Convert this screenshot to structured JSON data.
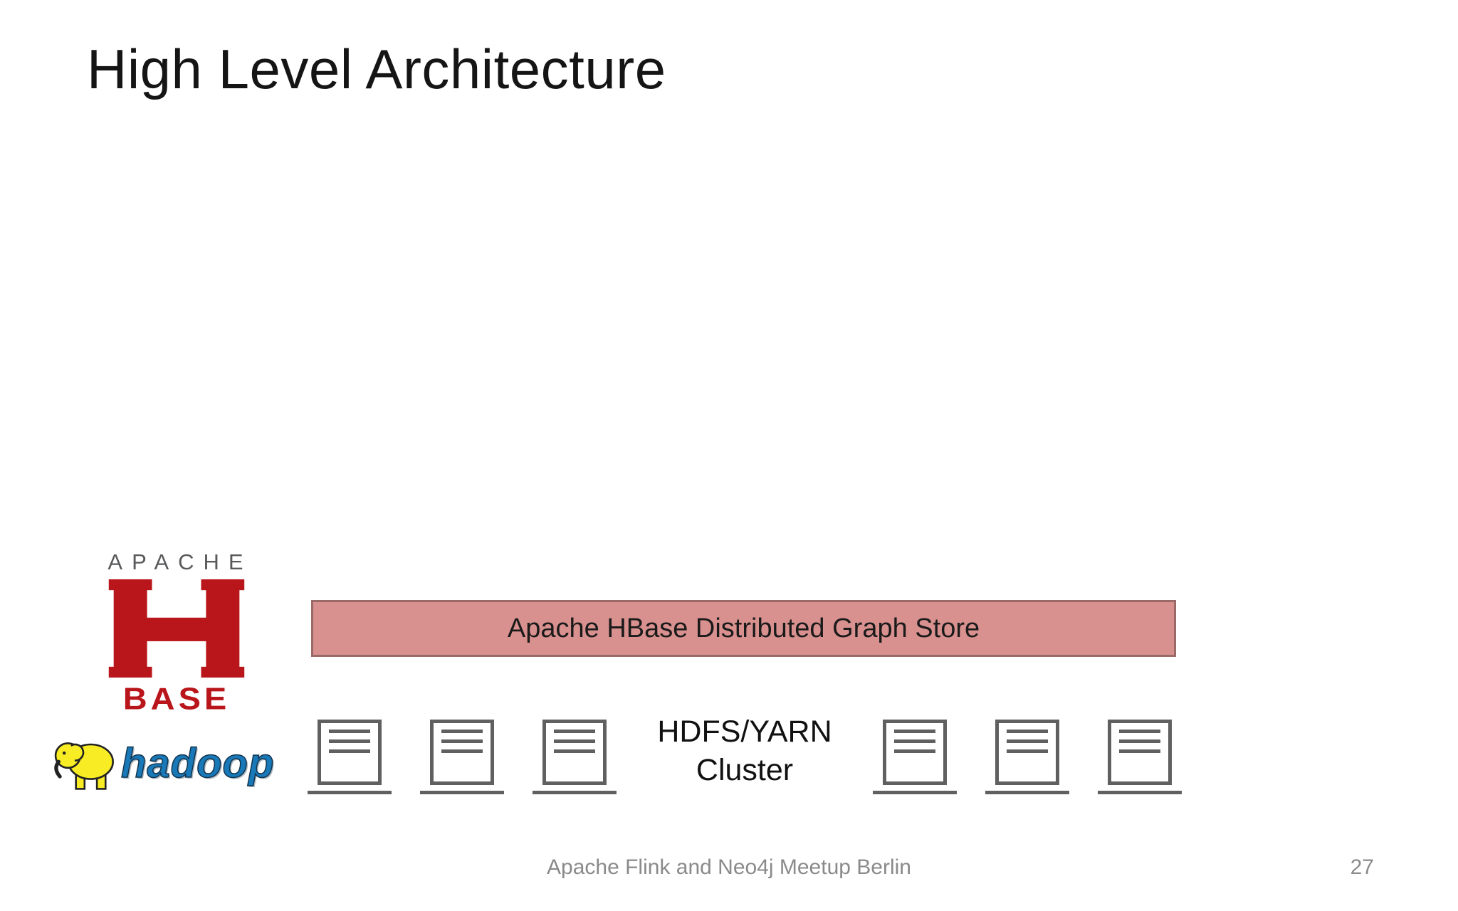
{
  "slide": {
    "title": "High Level Architecture",
    "footer_text": "Apache Flink and Neo4j Meetup Berlin",
    "page_number": "27"
  },
  "hbase_logo": {
    "apache_text": "APACHE",
    "base_text": "BASE",
    "red_color": "#b9161c",
    "gray_color": "#58595b"
  },
  "graph_store_box": {
    "label": "Apache HBase Distributed Graph Store",
    "fill_color": "#d9918f",
    "border_color": "#9a6a68"
  },
  "hadoop_logo": {
    "text": "hadoop",
    "text_color": "#1878b8",
    "elephant_color": "#f8ec24"
  },
  "cluster": {
    "label_line1": "HDFS/YARN",
    "label_line2": "Cluster",
    "server_count": 6
  }
}
